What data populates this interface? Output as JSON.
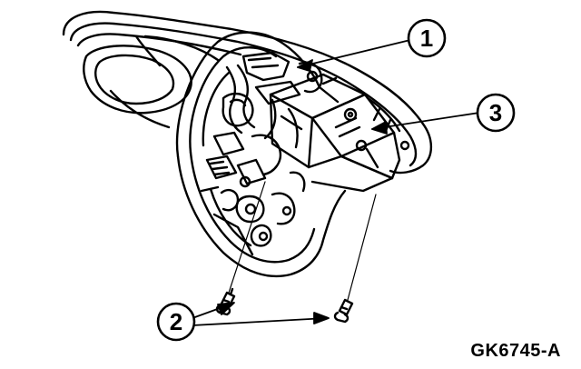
{
  "figure": {
    "id_label": "GK6745-A",
    "callouts": [
      {
        "number": "1",
        "name": "callout-1"
      },
      {
        "number": "3",
        "name": "callout-3"
      },
      {
        "number": "2",
        "name": "callout-2"
      }
    ]
  }
}
